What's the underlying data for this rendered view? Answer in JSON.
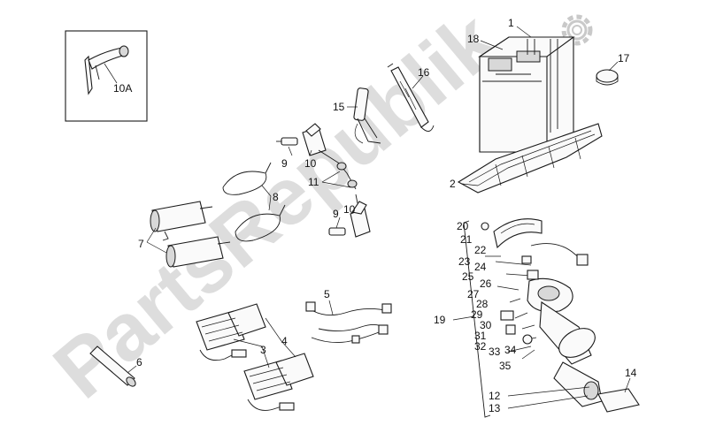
{
  "watermark": {
    "text": "PartsRepublik",
    "color": "#cfcfcf"
  },
  "labels": {
    "l1": "1",
    "l2": "2",
    "l3": "3",
    "l4": "4",
    "l5": "5",
    "l6": "6",
    "l7": "7",
    "l8": "8",
    "l9a": "9",
    "l9b": "9",
    "l10": "10",
    "l10b": "10",
    "l10a": "10A",
    "l11": "11",
    "l12": "12",
    "l13": "13",
    "l14": "14",
    "l15": "15",
    "l16": "16",
    "l17": "17",
    "l18": "18",
    "l19": "19",
    "l20": "20",
    "l21": "21",
    "l22": "22",
    "l23": "23",
    "l24": "24",
    "l25": "25",
    "l26": "26",
    "l27": "27",
    "l28": "28",
    "l29": "29",
    "l30": "30",
    "l31": "31",
    "l32": "32",
    "l33": "33",
    "l34": "34",
    "l35": "35"
  },
  "icons": {
    "logo": "gear-icon"
  }
}
